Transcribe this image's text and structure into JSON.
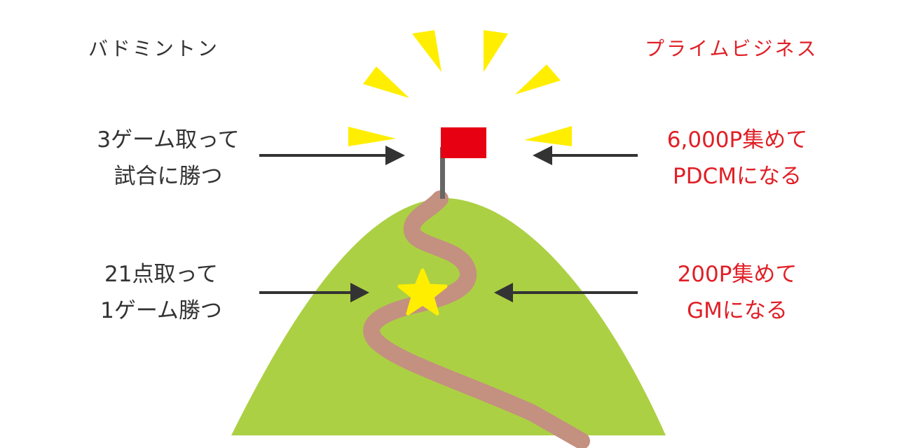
{
  "left": {
    "heading": "バドミントン",
    "top_goal": [
      "3ゲーム取って",
      "試合に勝つ"
    ],
    "mid_goal": [
      "21点取って",
      "1ゲーム勝つ"
    ]
  },
  "right": {
    "heading": "プライムビジネス",
    "top_goal": [
      "6,000P集めて",
      "PDCMになる"
    ],
    "mid_goal": [
      "200P集めて",
      "GMになる"
    ]
  },
  "colors": {
    "text_dark": "#333333",
    "text_red": "#e01f26",
    "mountain": "#acd043",
    "path": "#c49080",
    "flag": "#e60012",
    "rays": "#ffee00",
    "star": "#ffee00",
    "arrow": "#333333"
  }
}
